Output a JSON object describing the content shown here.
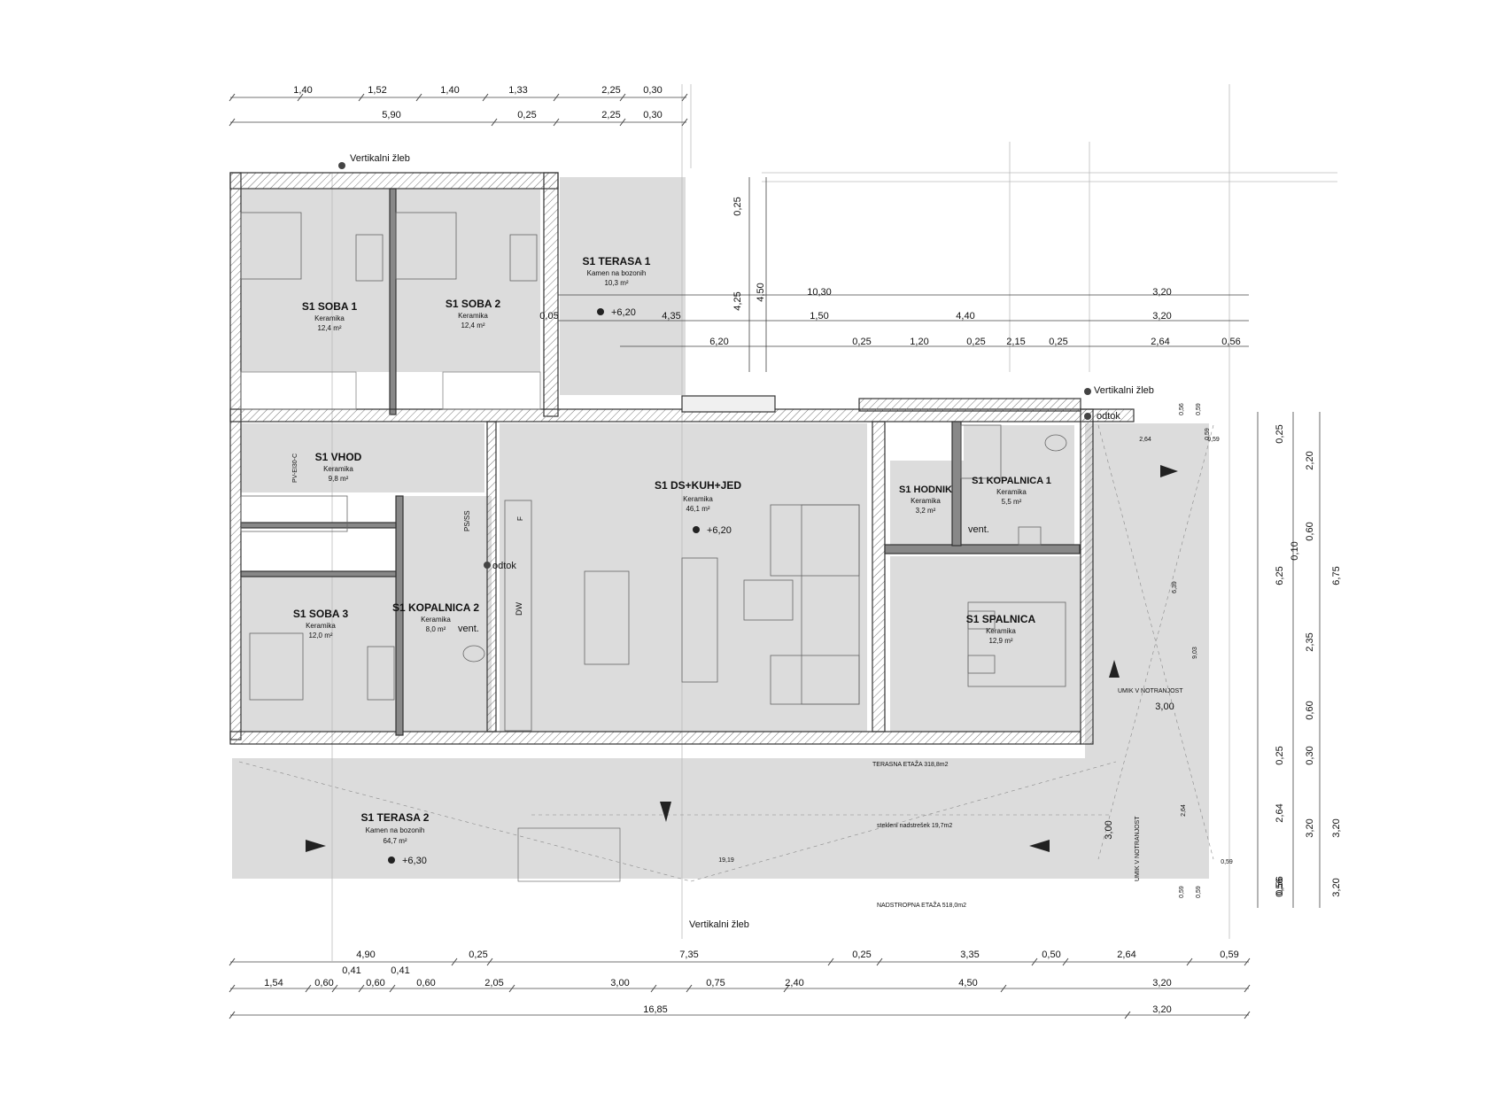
{
  "rooms": [
    {
      "id": "soba1",
      "name": "S1 SOBA 1",
      "finish": "Keramika",
      "area": "12,4 m²"
    },
    {
      "id": "soba2",
      "name": "S1 SOBA 2",
      "finish": "Keramika",
      "area": "12,4 m²"
    },
    {
      "id": "terasa1",
      "name": "S1 TERASA 1",
      "finish": "Kamen na bozonih",
      "area": "10,3 m²"
    },
    {
      "id": "vhod",
      "name": "S1 VHOD",
      "finish": "Keramika",
      "area": "9,8 m²"
    },
    {
      "id": "ds",
      "name": "S1 DS+KUH+JED",
      "finish": "Keramika",
      "area": "46,1 m²"
    },
    {
      "id": "hodnik",
      "name": "S1 HODNIK",
      "finish": "Keramika",
      "area": "3,2 m²"
    },
    {
      "id": "kop1",
      "name": "S1 KOPALNICA 1",
      "finish": "Keramika",
      "area": "5,5 m²"
    },
    {
      "id": "soba3",
      "name": "S1 SOBA 3",
      "finish": "Keramika",
      "area": "12,0 m²"
    },
    {
      "id": "kop2",
      "name": "S1 KOPALNICA 2",
      "finish": "Keramika",
      "area": "8,0 m²"
    },
    {
      "id": "spalnica",
      "name": "S1 SPALNICA",
      "finish": "Keramika",
      "area": "12,9 m²"
    },
    {
      "id": "terasa2",
      "name": "S1 TERASA 2",
      "finish": "Kamen na bozonih",
      "area": "64,7 m²"
    }
  ],
  "levels": {
    "l1": "+6,20",
    "l2": "+6,20",
    "l3": "+6,30"
  },
  "labels": {
    "zleb_top": "Vertikalni žleb",
    "zleb_right": "Vertikalni žleb",
    "zleb_bottom": "Vertikalni žleb",
    "odtok_right": "odtok",
    "odtok_kitchen": "odtok",
    "vent1": "vent.",
    "vent2": "vent.",
    "psss": "PS/SS",
    "dw": "DW",
    "f": "F",
    "door_pv": "PV-EI30-C",
    "umik1": "UMIK V NOTRANJOST",
    "umik2": "UMIK V NOTRANJOST",
    "terasna": "TERASNA ETAŽA 318,8m2",
    "nadstresek": "stekleni nadstrešek 19,7m2",
    "nadstropna": "NADSTROPNA ETAŽA 518,0m2"
  },
  "dims": {
    "top1": [
      "1,40",
      "1,52",
      "1,40",
      "1,33",
      "2,25",
      "0,30"
    ],
    "top2": [
      "5,90",
      "0,25",
      "2,25",
      "0,30"
    ],
    "mid1": [
      "10,30",
      "3,20"
    ],
    "mid2": [
      "0,05",
      "4,35",
      "1,50",
      "4,40",
      "3,20"
    ],
    "mid3": [
      "6,20",
      "0,25",
      "1,20",
      "0,25",
      "2,15",
      "0,25",
      "2,64",
      "0,56"
    ],
    "bot1": [
      "4,90",
      "0,25",
      "7,35",
      "0,25",
      "3,35",
      "0,50",
      "2,64",
      "0,59"
    ],
    "bot2": [
      "1,54",
      "0,60",
      "0,60",
      "0,60",
      "2,05",
      "3,00",
      "0,75",
      "2,40",
      "4,50",
      "3,20"
    ],
    "bot2b": [
      "0,41",
      "0,41"
    ],
    "bot3": [
      "16,85",
      "3,20"
    ],
    "right1": [
      "0,25",
      "2,20",
      "0,10",
      "0,60",
      "2,35",
      "0,60",
      "0,25",
      "0,30",
      "2,64",
      "3,20",
      "0,56"
    ],
    "right2": [
      "6,25",
      "3,20"
    ],
    "right3": [
      "6,75",
      "3,20"
    ],
    "vert_top": [
      "0,25",
      "4,25",
      "4,50"
    ],
    "misc": [
      "3,00",
      "3,00",
      "19,19",
      "9,03",
      "6,39",
      "2,64",
      "0,59",
      "0,59",
      "0,59",
      "0,59",
      "0,59",
      "0,56",
      "0,56",
      "2,64",
      "0,59"
    ]
  }
}
